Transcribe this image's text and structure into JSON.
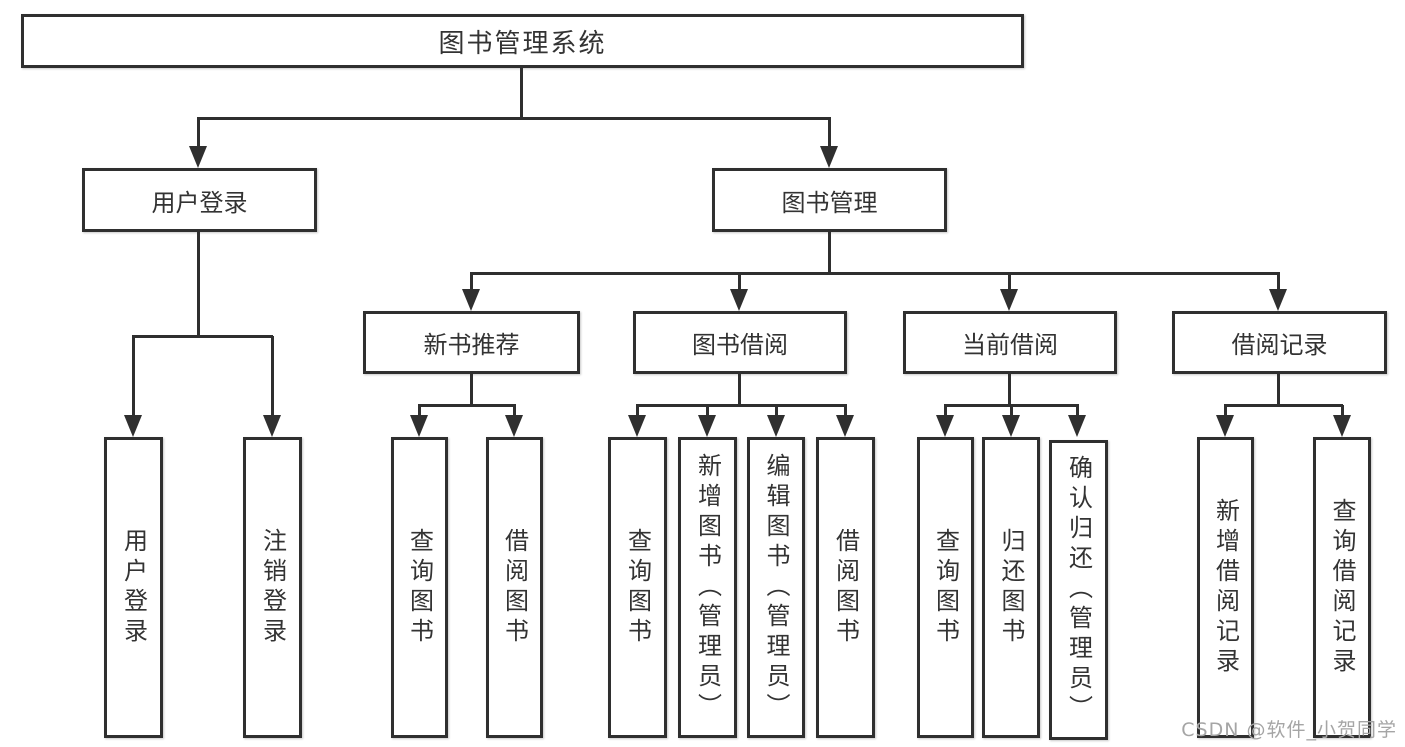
{
  "tree": {
    "root": "图书管理系统",
    "branches": [
      {
        "label": "用户登录",
        "children": [
          "用户登录",
          "注销登录"
        ]
      },
      {
        "label": "图书管理",
        "groups": [
          {
            "label": "新书推荐",
            "children": [
              "查询图书",
              "借阅图书"
            ]
          },
          {
            "label": "图书借阅",
            "children": [
              "查询图书",
              "新增图书（管理员）",
              "编辑图书（管理员）",
              "借阅图书"
            ]
          },
          {
            "label": "当前借阅",
            "children": [
              "查询图书",
              "归还图书",
              "确认归还（管理员）"
            ]
          },
          {
            "label": "借阅记录",
            "children": [
              "新增借阅记录",
              "查询借阅记录"
            ]
          }
        ]
      }
    ]
  },
  "watermark": "CSDN @软件_小贺同学",
  "colors": {
    "line": "#2f2f2f",
    "text": "#333333",
    "watermark": "#a5a5a5",
    "background": "#ffffff"
  }
}
